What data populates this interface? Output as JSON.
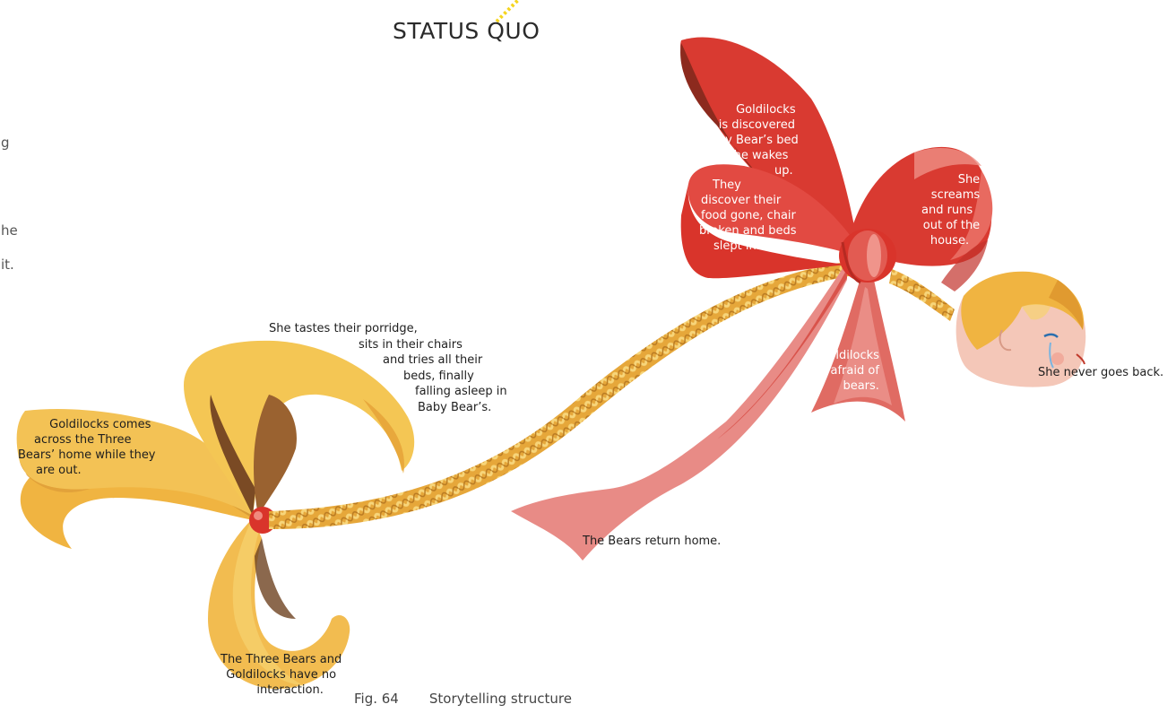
{
  "title": "STATUS QUO",
  "margin_fragments": [
    "g",
    "he",
    "it."
  ],
  "labels": {
    "status_quo_left": [
      "Goldilocks comes",
      "across the Three",
      "Bears’ home while they",
      "are out."
    ],
    "status_quo_bottom": [
      "The Three Bears and",
      "Goldilocks have no",
      "interaction."
    ],
    "porridge": [
      "She tastes their porridge,",
      "sits in their chairs",
      "and tries all their",
      "beds, finally",
      "falling asleep in",
      "Baby Bear’s."
    ],
    "bears_return": "The Bears return home.",
    "discover": [
      "They",
      "discover their",
      "food gone, chair",
      "broken and beds",
      "slept in."
    ],
    "discovered": [
      "Goldilocks",
      "is discovered",
      "in Baby Bear’s bed",
      "and she wakes",
      "up."
    ],
    "screams": [
      "She",
      "screams",
      "and runs",
      "out of the",
      "house."
    ],
    "afraid": [
      "Goldilocks",
      "is afraid of",
      "bears."
    ],
    "never": "She never goes back."
  },
  "caption": {
    "fig": "Fig. 64",
    "text": "Storytelling structure"
  },
  "colors": {
    "gold": "#f0b441",
    "gold_light": "#f6cf62",
    "brown": "#8a5a2a",
    "red": "#d9342b",
    "red_mid": "#e0625a",
    "red_light": "#e88b86",
    "pink": "#f0b0ac",
    "skin": "#f4c7b8",
    "yellow_dash": "#f5d520"
  }
}
